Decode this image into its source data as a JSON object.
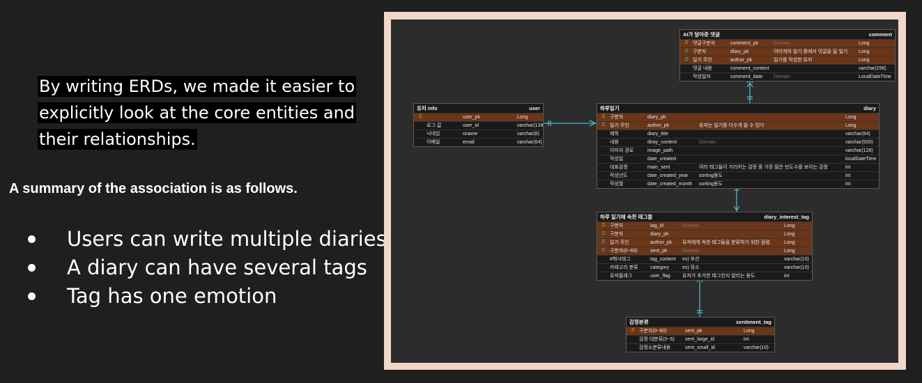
{
  "intro_text": "By writing ERDs, we made it easier to explicitly look at the core entities and their relationships.",
  "summary_heading": "A summary of the association is as follows.",
  "bullets": [
    "Users can write multiple diaries",
    "A diary can have several tags",
    "Tag has one emotion"
  ],
  "key_icons": {
    "pk": "⚿",
    "fk": "⚿"
  },
  "colors": {
    "frame": "#f1d7c8",
    "canvas": "#2c2c2c",
    "key_row": "#6b3518",
    "connector": "#4fb8c4",
    "pk_icon": "#f5b000",
    "fk_icon": "#4fc6d0"
  },
  "tables": {
    "comment": {
      "label": "AI가 달아준 댓글",
      "name": "comment",
      "rows": [
        {
          "key": "pk",
          "logical": "댓글구분자",
          "physical": "comment_pk",
          "comment": "Domain",
          "type": "Long"
        },
        {
          "key": "fk",
          "logical": "구분자",
          "physical": "diary_pk",
          "comment": "여러개의 일기 중에서 댓글을 달 일기",
          "type": "Long"
        },
        {
          "key": "fk",
          "logical": "일기 주인",
          "physical": "author_pk",
          "comment": "일기를 작성한 유저",
          "type": "Long"
        },
        {
          "key": "",
          "logical": "댓글 내용",
          "physical": "comment_content",
          "comment": "",
          "type": "varchar(256)"
        },
        {
          "key": "",
          "logical": "작성일자",
          "physical": "comment_date",
          "comment": "Domain",
          "type": "LocalDateTime"
        }
      ]
    },
    "user": {
      "label": "유저 info",
      "name": "user",
      "rows": [
        {
          "key": "pk",
          "logical": "",
          "physical": "user_pk",
          "comment": "",
          "type": "Long"
        },
        {
          "key": "",
          "logical": "로그 값",
          "physical": "user_id",
          "comment": "",
          "type": "varchar(128)"
        },
        {
          "key": "",
          "logical": "닉네임",
          "physical": "nname",
          "comment": "",
          "type": "varchar(8)"
        },
        {
          "key": "",
          "logical": "이메일",
          "physical": "email",
          "comment": "",
          "type": "varchar(64)"
        }
      ]
    },
    "diary": {
      "label": "하루일기",
      "name": "diary",
      "rows": [
        {
          "key": "pk",
          "logical": "구분자",
          "physical": "diary_pk",
          "comment": "",
          "type": "Long"
        },
        {
          "key": "fk",
          "logical": "일기 주인",
          "physical": "author_pk",
          "comment": "유저는 일기를 다수개 쓸 수 있다",
          "type": "Long"
        },
        {
          "key": "",
          "logical": "제목",
          "physical": "diary_title",
          "comment": "",
          "type": "varchar(64)"
        },
        {
          "key": "",
          "logical": "내용",
          "physical": "diray_content",
          "comment": "Domain",
          "type": "varchar(500)"
        },
        {
          "key": "",
          "logical": "이미지 경로",
          "physical": "image_path",
          "comment": "",
          "type": "varchar(128)"
        },
        {
          "key": "",
          "logical": "작성일",
          "physical": "date_created",
          "comment": "",
          "type": "localDateTime"
        },
        {
          "key": "",
          "logical": "대표감정",
          "physical": "main_sent",
          "comment": "여러 태그들이 가리키는 감정 중 가장 많은 빈도수를 보이는 감정",
          "type": "int"
        },
        {
          "key": "",
          "logical": "작성년도",
          "physical": "date_created_year",
          "comment": "sorting용도",
          "type": "int"
        },
        {
          "key": "",
          "logical": "작성월",
          "physical": "date_created_month",
          "comment": "sorting용도",
          "type": "int"
        }
      ]
    },
    "diary_interest_tag": {
      "label": "하루 일기에 속한 태그들",
      "name": "diary_interest_tag",
      "rows": [
        {
          "key": "pk",
          "logical": "구분자",
          "physical": "tag_id",
          "comment": "Domain",
          "type": "Long"
        },
        {
          "key": "fk",
          "logical": "구분자",
          "physical": "diary_pk",
          "comment": "",
          "type": "Long"
        },
        {
          "key": "fk",
          "logical": "일기 주인",
          "physical": "author_pk",
          "comment": "유저에게 속한 태그들을 분류하기 위한 컬럼",
          "type": "Long"
        },
        {
          "key": "fk",
          "logical": "구분자(0~60)",
          "physical": "sent_pk",
          "comment": "Domain",
          "type": "Long"
        },
        {
          "key": "",
          "logical": "#해시태그",
          "physical": "tag_content",
          "comment": "ex) 부산",
          "type": "varchar(10)"
        },
        {
          "key": "",
          "logical": "카테고리 분류",
          "physical": "category",
          "comment": "ex) 장소",
          "type": "varchar(10)"
        },
        {
          "key": "",
          "logical": "유저플래그",
          "physical": "user_flag",
          "comment": "유저가 추가한 태그인지 알리는 용도",
          "type": "int"
        }
      ]
    },
    "sentiment_tag": {
      "label": "감정분류",
      "name": "sentiment_tag",
      "rows": [
        {
          "key": "pk",
          "logical": "구분자(0~60)",
          "physical": "sent_pk",
          "comment": "",
          "type": "Long"
        },
        {
          "key": "",
          "logical": "감정 대분류(0~5)",
          "physical": "sent_large_id",
          "comment": "",
          "type": "int"
        },
        {
          "key": "",
          "logical": "감정소분류내용",
          "physical": "sent_small_id",
          "comment": "",
          "type": "varchar(10)"
        }
      ]
    }
  }
}
